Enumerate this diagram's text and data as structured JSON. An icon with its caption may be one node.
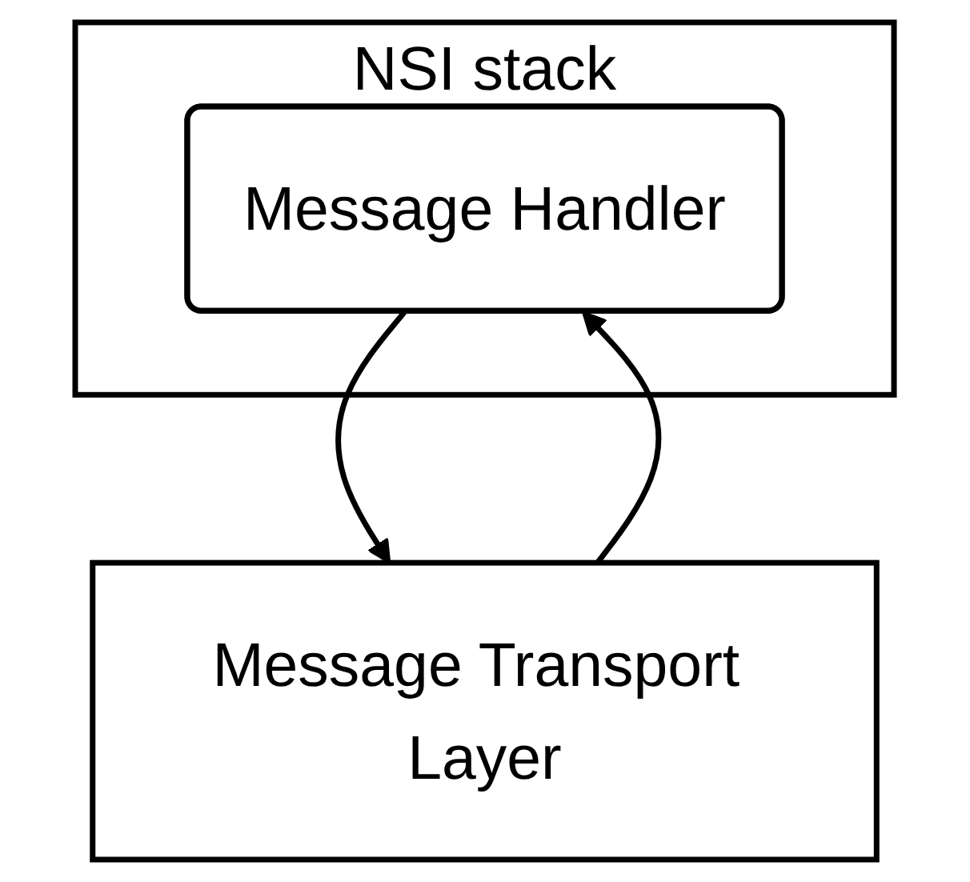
{
  "diagram": {
    "nodes": [
      {
        "text": [
          "NSI stack"
        ]
      },
      {
        "text": [
          "Message Handler"
        ],
        "in": 0
      },
      {
        "text": [
          "Message Transport Layer"
        ]
      }
    ],
    "edges": [
      {
        "from": 1,
        "to": 2,
        "arrow": "to"
      },
      {
        "from": 2,
        "to": 1,
        "arrow": "to"
      }
    ]
  }
}
